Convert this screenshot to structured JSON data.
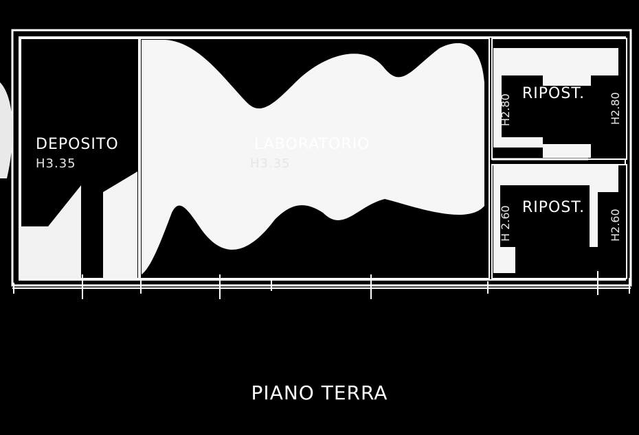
{
  "drawing": {
    "title": "PIANO TERRA",
    "colors": {
      "background": "#000000",
      "ink": "#ffffff",
      "fill": "#f2f2f2"
    }
  },
  "rooms": {
    "deposito": {
      "name": "DEPOSITO",
      "height": "H3.35"
    },
    "laboratorio": {
      "name": "LABORATORIO",
      "height": "H3.35"
    },
    "ripost_upper": {
      "name": "RIPOST.",
      "height_left": "H2.80",
      "height_right": "H2.80"
    },
    "ripost_lower": {
      "name": "RIPOST.",
      "height_left": "H 2.60",
      "height_right": "H2.60"
    }
  }
}
